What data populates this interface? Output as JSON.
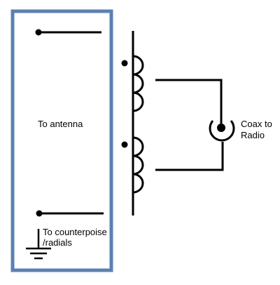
{
  "labels": {
    "antenna": "To antenna",
    "counterpoise_line1": "To counterpoise",
    "counterpoise_line2": "/radials",
    "coax_line1": "Coax to",
    "coax_line2": "Radio"
  },
  "colors": {
    "box_border": "#5b81b0",
    "wire": "#000000",
    "background": "#ffffff"
  },
  "icons": {
    "ground": "ground-symbol-icon",
    "coax_connector": "coax-connector-icon",
    "coils": "inductor-coil-icon"
  }
}
